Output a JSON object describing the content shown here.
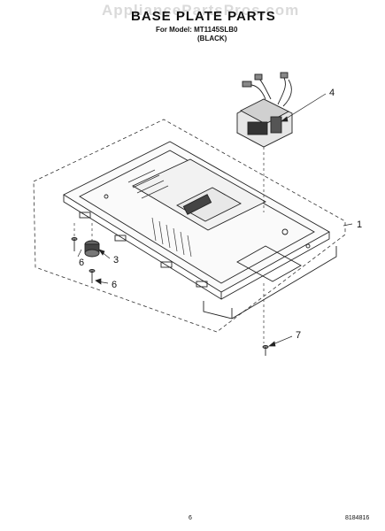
{
  "header": {
    "watermark": "AppliancePartsPros.com",
    "title": "BASE PLATE PARTS",
    "model_line": "For Model: MT1145SLB0",
    "variant": "(BLACK)"
  },
  "callouts": [
    "1",
    "3",
    "4",
    "6",
    "6",
    "7"
  ],
  "footer": {
    "page_number": "6",
    "document_number": "8184816"
  }
}
